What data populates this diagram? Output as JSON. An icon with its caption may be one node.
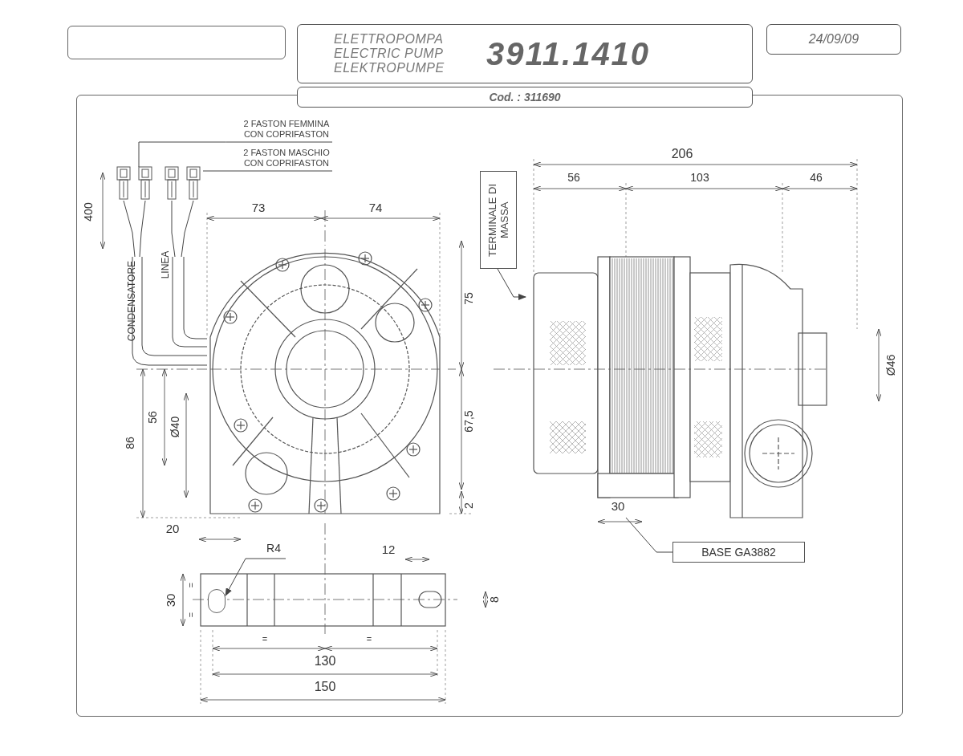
{
  "diagram": {
    "nodes": [
      {
        "text": [],
        "shape": "box"
      },
      {
        "text": [
          "ELETTROPOMPA ELECTRIC PUMP ELEKTROPUMPE",
          "3911.1410"
        ]
      },
      {
        "text": [
          "24/09/09"
        ]
      },
      {
        "text": [
          "Cod. : 311690"
        ]
      },
      {
        "text": [
          "TERMINALE DI MASSA"
        ]
      },
      {
        "text": [
          "BASE GA3882"
        ]
      },
      {
        "text": [],
        "shape": "picture"
      },
      {
        "text": [
          "2 FASTON FEMMINA CON COPRIFASTON"
        ]
      },
      {
        "text": [
          "2 FASTON MASCHIO CON COPRIFASTON"
        ]
      },
      {
        "text": [],
        "shape": "picture"
      },
      {
        "text": [],
        "shape": "picture"
      },
      {
        "text": [
          "R4"
        ]
      },
      {
        "text": [],
        "shape": "box"
      },
      {
        "text": [],
        "shape": "picture"
      }
    ],
    "edges": [
      {
        "from": 4,
        "to": 6,
        "arrow": "to"
      },
      {
        "from": 5,
        "to": 6,
        "arrow": "none"
      },
      {
        "from": 7,
        "to": 9,
        "arrow": "none"
      },
      {
        "from": 8,
        "to": 10,
        "arrow": "none"
      },
      {
        "from": 11,
        "to": 12,
        "arrow": "to"
      },
      {
        "from": 9,
        "to": 13,
        "arrow": "none"
      },
      {
        "from": 10,
        "to": 13,
        "arrow": "none"
      }
    ],
    "labels": [
      "206",
      "56",
      "103",
      "46",
      "400",
      "73",
      "74",
      "LINEA",
      "CONDENSATORE",
      "75",
      "Ø46",
      "56",
      "Ø40",
      "86",
      "67,5",
      "2",
      "20",
      "30",
      "12",
      "30",
      "=",
      "=",
      "8",
      "=",
      "=",
      "130",
      "150"
    ]
  }
}
